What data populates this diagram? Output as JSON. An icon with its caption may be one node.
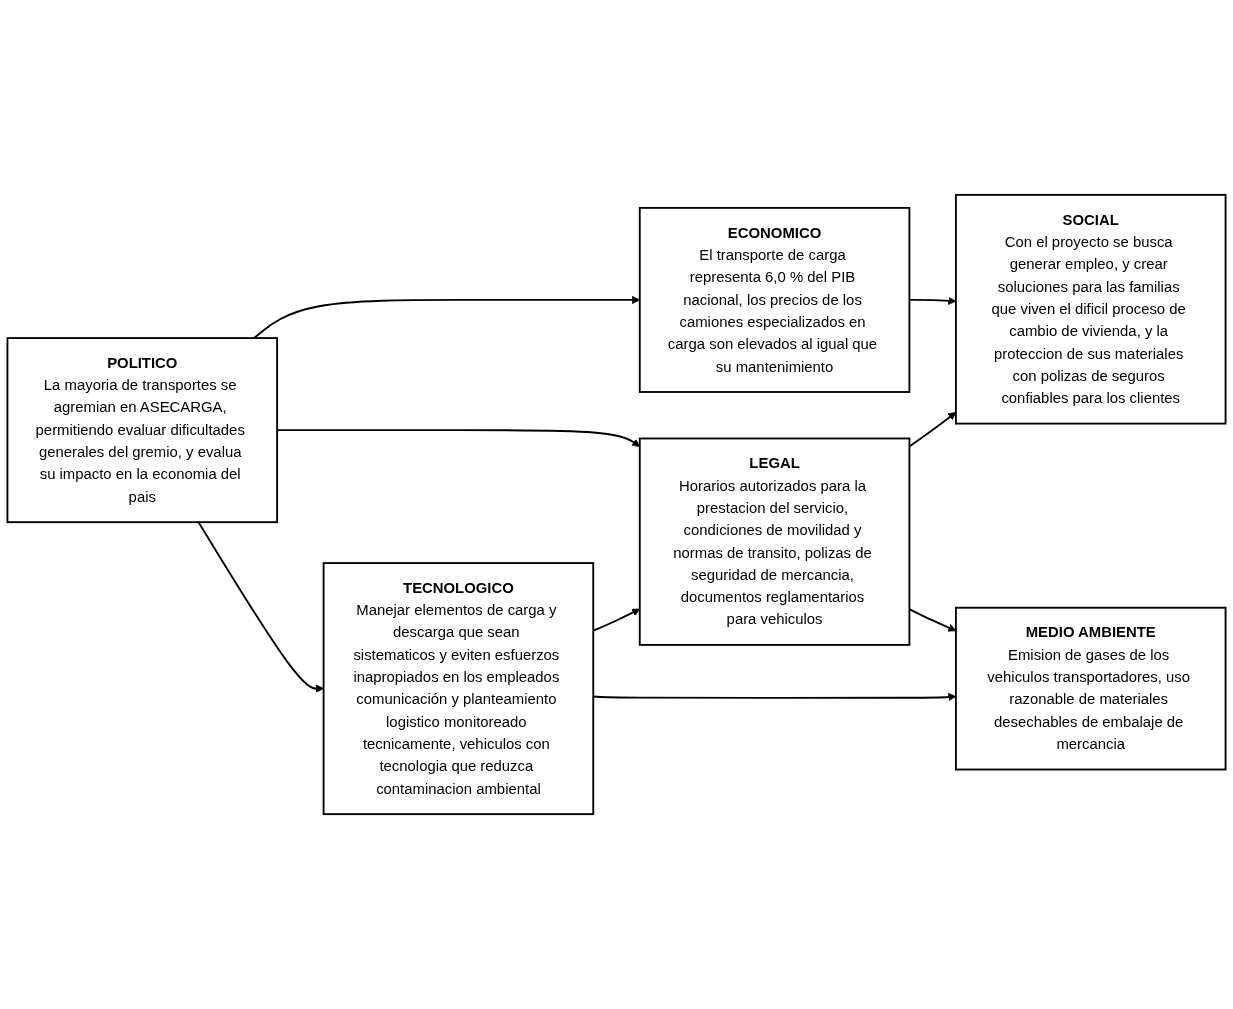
{
  "diagram": {
    "nodes": [
      {
        "text": [
          "POLITICO",
          "La mayoria de transportes se agremian en ASECARGA, permitiendo evaluar dificultades generales del gremio, y evalua su impacto en la economia del pais"
        ]
      },
      {
        "text": [
          "ECONOMICO",
          "El transporte de carga representa 6,0 % del PIB nacional, los precios de los camiones especializados en carga son elevados al igual que su mantenimiento"
        ]
      },
      {
        "text": [
          "SOCIAL",
          "Con el proyecto se busca generar empleo, y crear soluciones para las familias que viven el dificil proceso de cambio de vivienda, y la proteccion de sus materiales con polizas de seguros confiables para los clientes"
        ]
      },
      {
        "text": [
          "TECNOLOGICO",
          "Manejar elementos de carga y descarga que sean sistematicos y eviten esfuerzos inapropiados en los empleados comunicación y planteamiento logistico monitoreado tecnicamente, vehiculos con tecnologia que reduzca contaminacion ambiental"
        ]
      },
      {
        "text": [
          "LEGAL",
          "Horarios autorizados para la prestacion del servicio, condiciones de movilidad y normas de transito, polizas de seguridad de mercancia, documentos reglamentarios para vehiculos"
        ]
      },
      {
        "text": [
          "MEDIO AMBIENTE",
          "Emision de gases de los vehiculos transportadores, uso razonable de materiales desechables de embalaje de mercancia"
        ]
      }
    ],
    "edges": [
      {
        "from": 0,
        "to": 1,
        "arrow": "to"
      },
      {
        "from": 0,
        "to": 4,
        "arrow": "to"
      },
      {
        "from": 0,
        "to": 3,
        "arrow": "to"
      },
      {
        "from": 1,
        "to": 2,
        "arrow": "to"
      },
      {
        "from": 3,
        "to": 4,
        "arrow": "to"
      },
      {
        "from": 4,
        "to": 2,
        "arrow": "to"
      },
      {
        "from": 4,
        "to": 5,
        "arrow": "to"
      },
      {
        "from": 3,
        "to": 5,
        "arrow": "to"
      }
    ]
  }
}
